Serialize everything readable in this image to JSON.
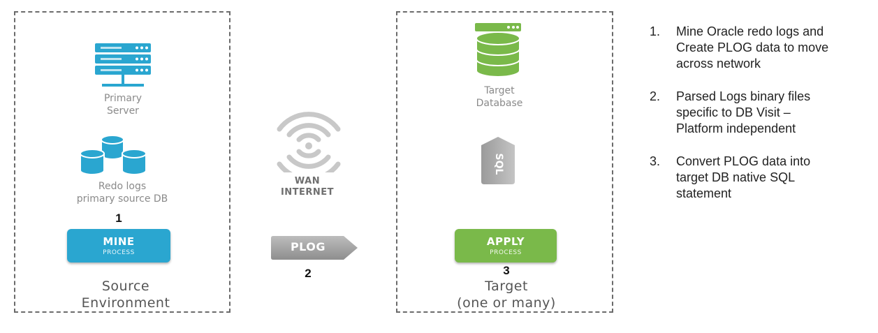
{
  "source": {
    "server_label_line1": "Primary",
    "server_label_line2": "Server",
    "db_label_line1": "Redo logs",
    "db_label_line2": "primary source DB",
    "step_number": "1",
    "process_title": "MINE",
    "process_subtitle": "PROCESS",
    "env_line1": "Source",
    "env_line2": "Environment",
    "color": "#2aa6d0"
  },
  "network": {
    "wan_line1": "WAN",
    "wan_line2": "INTERNET",
    "plog_label": "PLOG",
    "step_number": "2"
  },
  "target": {
    "db_label_line1": "Target",
    "db_label_line2": "Database",
    "sql_label": "SQL",
    "process_title": "APPLY",
    "process_subtitle": "PROCESS",
    "step_number": "3",
    "env_line1": "Target",
    "env_line2": "(one or many)",
    "color": "#7ab94a"
  },
  "notes": [
    {
      "number": "1.",
      "line1": "Mine Oracle redo logs and",
      "line2": "Create PLOG data to move",
      "line3": "across network"
    },
    {
      "number": "2.",
      "line1": "Parsed Logs binary files",
      "line2": "specific to DB Visit –",
      "line3": "Platform independent"
    },
    {
      "number": "3.",
      "line1": "Convert PLOG data into",
      "line2": "target DB native SQL",
      "line3": "statement"
    }
  ]
}
